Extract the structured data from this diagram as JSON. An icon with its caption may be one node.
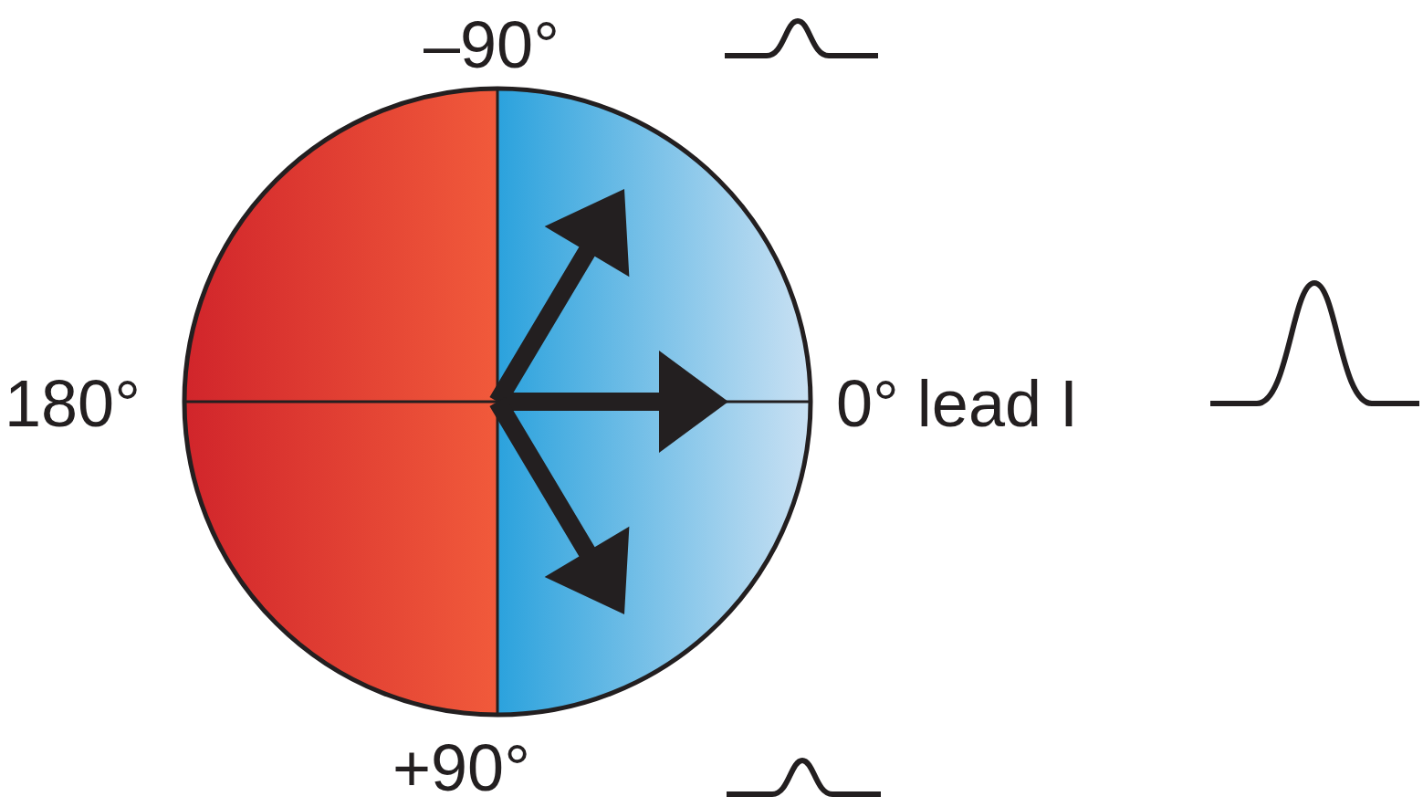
{
  "diagram": {
    "labels": [
      "–90°",
      "180°",
      "0° lead I",
      "+90°"
    ]
  }
}
